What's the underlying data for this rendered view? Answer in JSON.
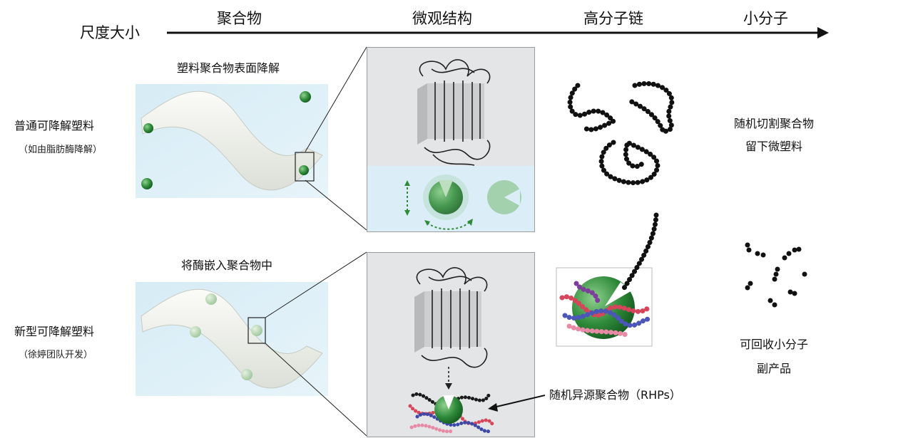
{
  "header": {
    "scale_label": "尺度大小",
    "columns": [
      "聚合物",
      "微观结构",
      "高分子链",
      "小分子"
    ]
  },
  "rows": [
    {
      "title": "普通可降解塑料",
      "subtitle": "（如由脂肪酶降解）",
      "caption": "塑料聚合物表面降解",
      "outcome": [
        "随机切割聚合物",
        "留下微塑料"
      ]
    },
    {
      "title": "新型可降解塑料",
      "subtitle": "（徐婷团队开发）",
      "caption": "将酶嵌入聚合物中",
      "outcome": [
        "可回收小分子",
        "副产品"
      ]
    }
  ],
  "annotation": "随机异源聚合物（RHPs）",
  "colors": {
    "enzyme_green": "#2f8a3a",
    "sheet_white": "#ecefe9",
    "water_blue": "#dbeef8",
    "panel_gray": "#e4e5e6"
  }
}
